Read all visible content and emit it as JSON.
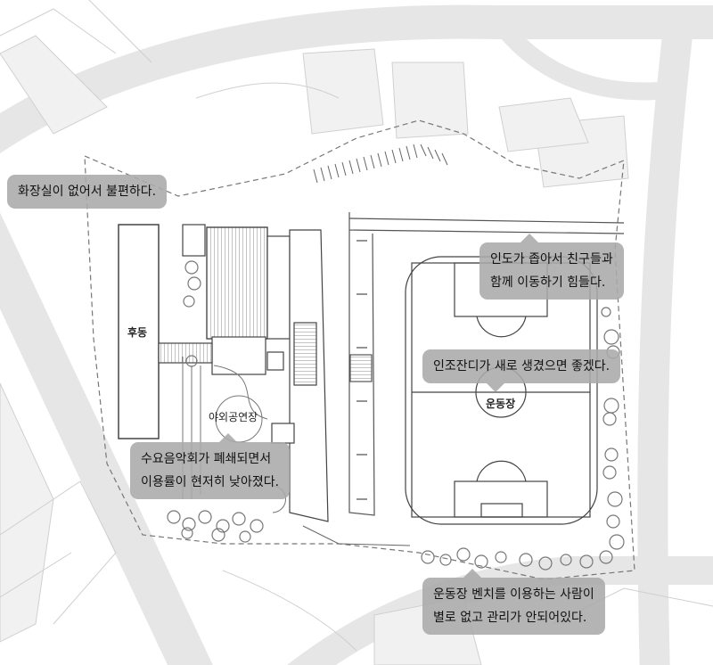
{
  "colors": {
    "background": "#ffffff",
    "road": "#e6e6e6",
    "linework": "#555555",
    "bubble": "#aaaaaa",
    "tree": "#777777"
  },
  "labels": {
    "rear_building": "후동",
    "outdoor_stage": "야외공연장",
    "sports_field": "운동장"
  },
  "comments": [
    {
      "id": "restroom",
      "lines": [
        "화장실이 없어서 불편하다."
      ]
    },
    {
      "id": "sidewalk",
      "lines": [
        "인도가 좁아서 친구들과",
        "함께 이동하기 힘들다."
      ]
    },
    {
      "id": "turf",
      "lines": [
        "인조잔디가 새로 생겼으면 좋겠다."
      ]
    },
    {
      "id": "stage",
      "lines": [
        "수요음악회가 폐쇄되면서",
        "이용률이 현저히 낮아졌다."
      ]
    },
    {
      "id": "bench",
      "lines": [
        "운동장 벤치를 이용하는 사람이",
        "별로 없고 관리가 안되어있다."
      ]
    }
  ]
}
